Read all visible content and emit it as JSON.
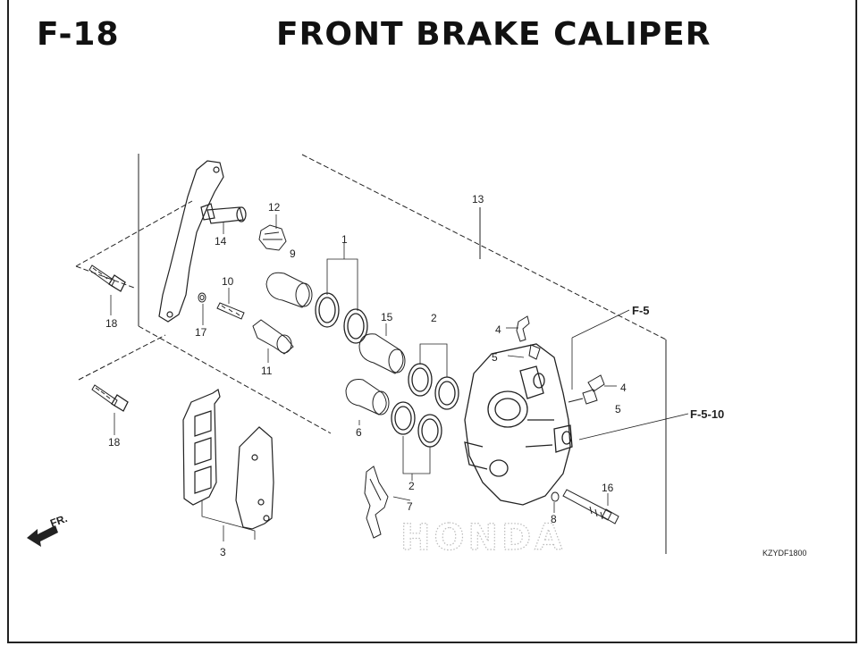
{
  "header": {
    "code": "F-18",
    "title": "FRONT BRAKE CALIPER"
  },
  "callouts": {
    "p1": "1",
    "p2a": "2",
    "p2b": "2",
    "p3": "3",
    "p4a": "4",
    "p4b": "4",
    "p5a": "5",
    "p5b": "5",
    "p6": "6",
    "p7": "7",
    "p8": "8",
    "p9": "9",
    "p10": "10",
    "p11": "11",
    "p12": "12",
    "p13": "13",
    "p14": "14",
    "p15": "15",
    "p16": "16",
    "p17": "17",
    "p18a": "18",
    "p18b": "18"
  },
  "refs": {
    "r1": "F-5",
    "r2": "F-5-10"
  },
  "direction": "FR.",
  "drawing_code": "KZYDF1800",
  "watermark": "HONDA"
}
